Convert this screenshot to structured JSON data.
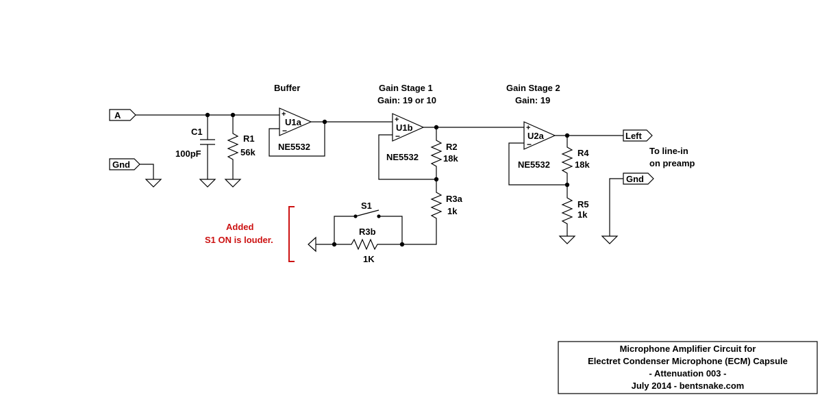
{
  "ports": {
    "input": "A",
    "gnd_left": "Gnd",
    "output": "Left",
    "gnd_right": "Gnd"
  },
  "stages": {
    "buffer": "Buffer",
    "gain1_title": "Gain Stage 1",
    "gain1_value": "Gain: 19 or 10",
    "gain2_title": "Gain Stage 2",
    "gain2_value": "Gain: 19"
  },
  "components": {
    "u1a": "U1a",
    "u1a_part": "NE5532",
    "u1b": "U1b",
    "u1b_part": "NE5532",
    "u2a": "U2a",
    "u2a_part": "NE5532",
    "c1": "C1",
    "c1_value": "100pF",
    "r1": "R1",
    "r1_value": "56k",
    "r2": "R2",
    "r2_value": "18k",
    "r3a": "R3a",
    "r3a_value": "1k",
    "r3b": "R3b",
    "r3b_value": "1K",
    "s1": "S1",
    "r4": "R4",
    "r4_value": "18k",
    "r5": "R5",
    "r5_value": "1k"
  },
  "notes": {
    "output_line1": "To line-in",
    "output_line2": "on preamp",
    "added_line1": "Added",
    "added_line2": "S1 ON is louder."
  },
  "title_block": {
    "line1": "Microphone Amplifier Circuit for",
    "line2": "Electret Condenser Microphone (ECM) Capsule",
    "line3": "- Attenuation 003 -",
    "line4": "July 2014 - bentsnake.com"
  }
}
